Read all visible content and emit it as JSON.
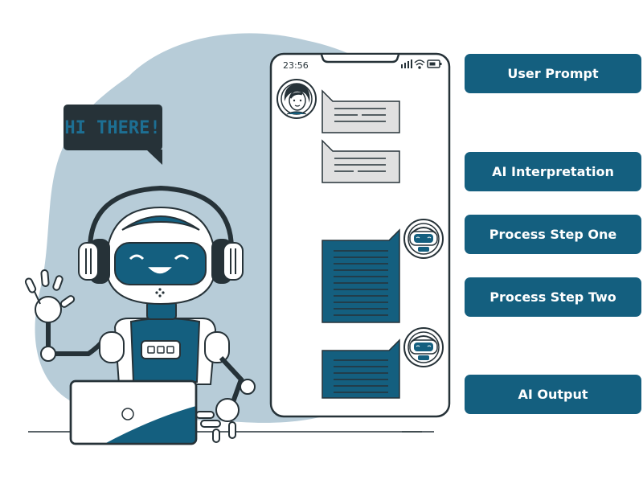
{
  "speech_bubble": {
    "text": "HI THERE!"
  },
  "phone": {
    "status_time": "23:56"
  },
  "steps": [
    {
      "label": "User Prompt"
    },
    {
      "label": "AI Interpretation"
    },
    {
      "label": "Process Step One"
    },
    {
      "label": "Process Step Two"
    },
    {
      "label": "AI Output"
    }
  ],
  "colors": {
    "step_fill": "#145f7f",
    "blob": "#b7ccd8",
    "dark": "#263238",
    "robot_blue": "#145f7f",
    "grey_bubble": "#e0e0e0"
  }
}
